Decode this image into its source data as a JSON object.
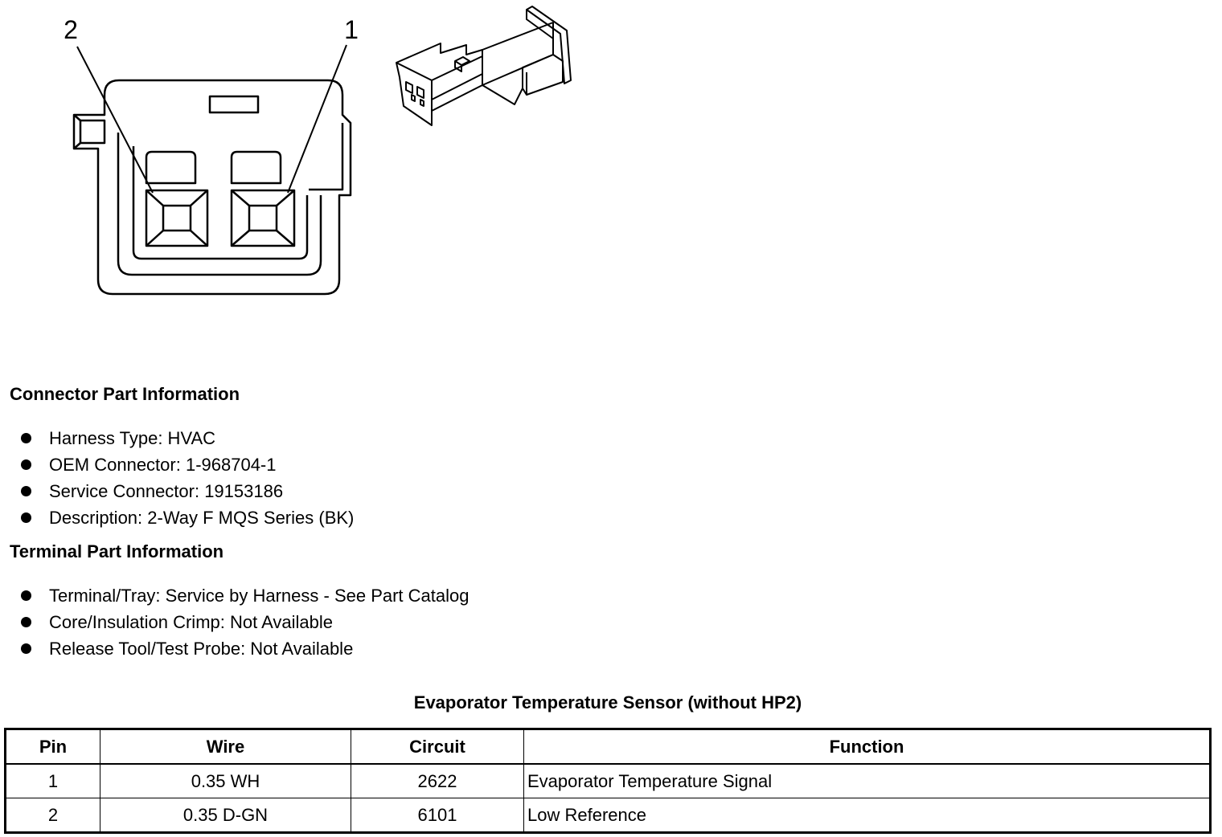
{
  "diagram": {
    "pin_labels": [
      "2",
      "1"
    ]
  },
  "connector_section": {
    "heading": "Connector Part Information",
    "items": [
      "Harness Type: HVAC",
      "OEM Connector: 1-968704-1",
      "Service Connector: 19153186",
      "Description: 2-Way F MQS Series (BK)"
    ]
  },
  "terminal_section": {
    "heading": "Terminal Part Information",
    "items": [
      "Terminal/Tray: Service by Harness - See Part Catalog",
      "Core/Insulation Crimp: Not Available",
      "Release Tool/Test Probe: Not Available"
    ]
  },
  "pin_table": {
    "title": "Evaporator Temperature Sensor (without HP2)",
    "headers": [
      "Pin",
      "Wire",
      "Circuit",
      "Function"
    ],
    "rows": [
      [
        "1",
        "0.35 WH",
        "2622",
        "Evaporator Temperature Signal"
      ],
      [
        "2",
        "0.35 D-GN",
        "6101",
        "Low Reference"
      ]
    ]
  }
}
